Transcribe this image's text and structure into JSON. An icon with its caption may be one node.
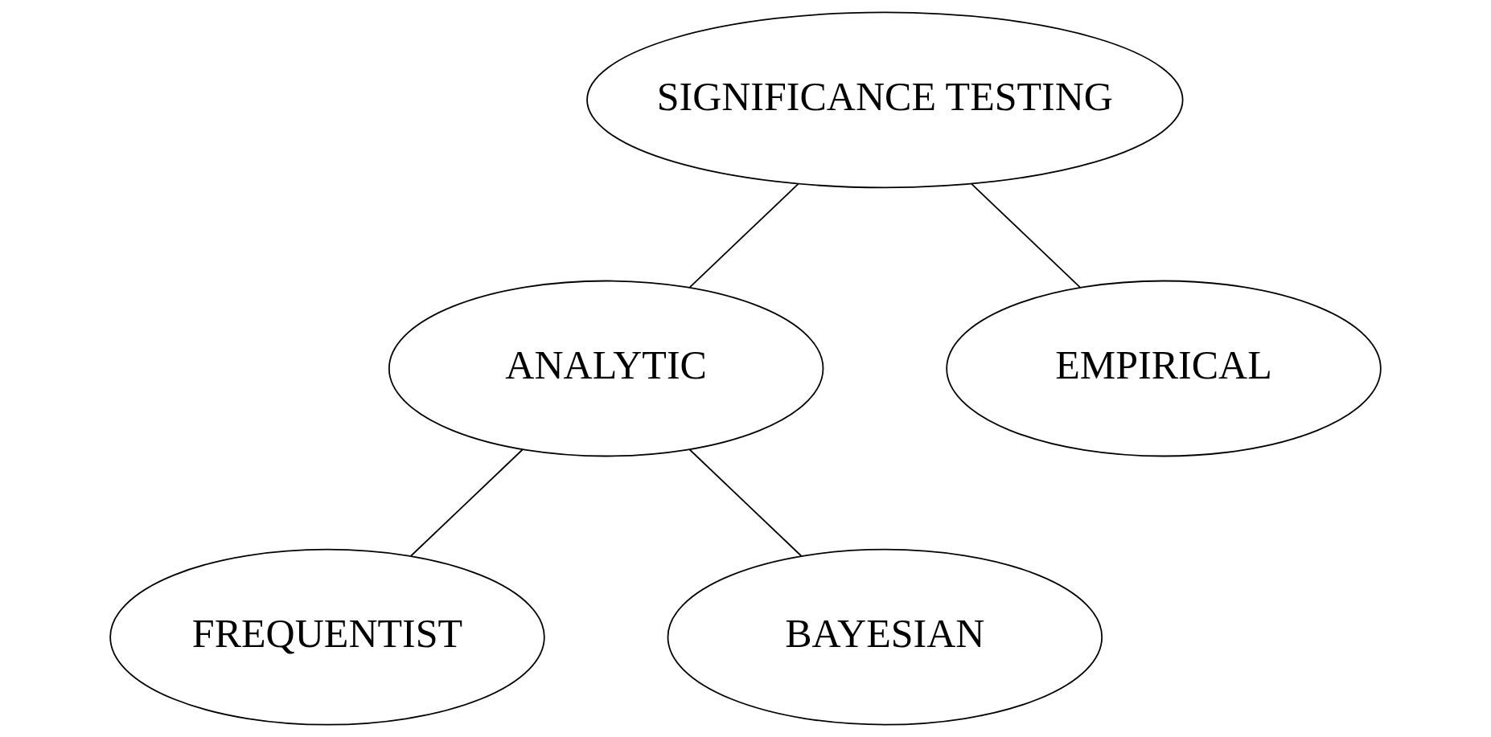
{
  "diagram": {
    "nodes": [
      {
        "text": [
          "SIGNIFICANCE TESTING"
        ]
      },
      {
        "text": [
          "ANALYTIC"
        ]
      },
      {
        "text": [
          "EMPIRICAL"
        ]
      },
      {
        "text": [
          "FREQUENTIST"
        ]
      },
      {
        "text": [
          "BAYESIAN"
        ]
      }
    ],
    "edges": [
      {
        "from": 0,
        "to": 1,
        "arrow": "none"
      },
      {
        "from": 0,
        "to": 2,
        "arrow": "none"
      },
      {
        "from": 1,
        "to": 3,
        "arrow": "none"
      },
      {
        "from": 1,
        "to": 4,
        "arrow": "none"
      }
    ]
  }
}
